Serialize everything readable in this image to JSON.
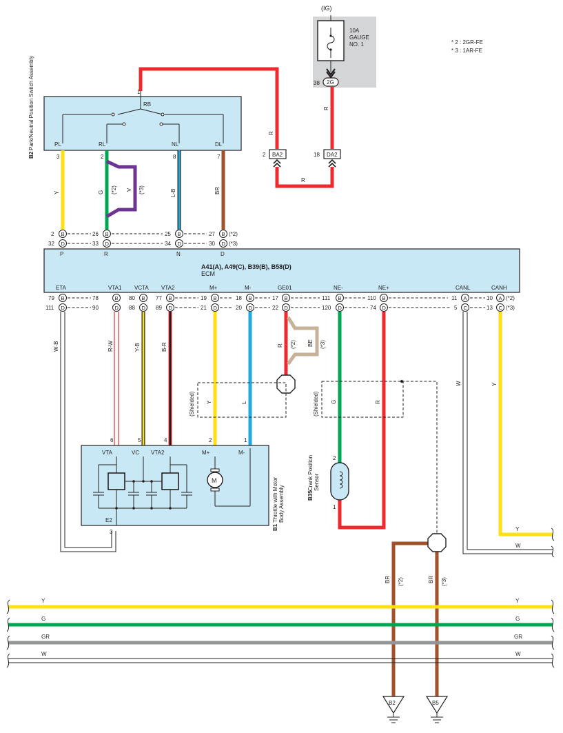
{
  "colors": {
    "component_fill": "#c9e8f6",
    "fuse_box_fill": "#d4d5d6",
    "R": "#ee2a2f",
    "Y": "#ffe014",
    "G": "#00a651",
    "GR": "#939598",
    "W": "#ffffff",
    "BR": "#a0522d",
    "V": "#6d3593",
    "L": "#22a8e1",
    "BE": "#c7b299",
    "B": "#231f20"
  },
  "notes": [
    "* 2 : 2GR-FE",
    "* 3 : 1AR-FE"
  ],
  "fuse": {
    "supply": "(IG)",
    "label_1": "10A",
    "label_2": "GAUGE",
    "label_3": "NO. 1",
    "pin": "38",
    "connector": "2G"
  },
  "junctions": {
    "ba2_pin": "2",
    "ba2": "BA2",
    "da2_pin": "18",
    "da2": "DA2",
    "wire_r1": "R",
    "wire_r2": "R",
    "wire_r3": "R"
  },
  "b2": {
    "id": "B2",
    "name": "Park/Neutral Position Switch Assembly",
    "rb_pin": "1",
    "rb": "RB",
    "terminals": [
      "PL",
      "RL",
      "NL",
      "DL"
    ],
    "pins": [
      "3",
      "2",
      "8",
      "7"
    ],
    "wire_pl": "Y",
    "wire_rl_g": "G",
    "wire_rl_v": "V",
    "var_2": "(*2)",
    "var_3": "(*3)",
    "wire_nl": "L-B",
    "wire_dl": "BR"
  },
  "ecm_upper": {
    "row1": [
      {
        "pin": "2",
        "conn": "B",
        "pin2": "26",
        "conn2": "B"
      },
      {
        "pin": "25",
        "conn": "B",
        "pin2": "27",
        "conn2": "B",
        "tag": "(*2)"
      }
    ],
    "row2": [
      {
        "pin": "32",
        "conn": "D",
        "pin2": "33",
        "conn2": "D"
      },
      {
        "pin": "34",
        "conn": "D",
        "pin2": "30",
        "conn2": "D",
        "tag": "(*3)"
      }
    ],
    "labels": [
      "P",
      "R",
      "N",
      "D"
    ]
  },
  "ecm": {
    "connectors": "A41(A), A49(C), B39(B), B58(D)",
    "name": "ECM",
    "terminals": [
      "ETA",
      "VTA1",
      "VCTA",
      "VTA2",
      "M+",
      "M-",
      "GE01",
      "NE-",
      "NE+",
      "CANL",
      "CANH"
    ]
  },
  "ecm_lower": {
    "row1": [
      "79",
      "B",
      "78",
      "B",
      "80",
      "B",
      "77",
      "B",
      "19",
      "B",
      "18",
      "B",
      "17",
      "B",
      "111",
      "B",
      "110",
      "B",
      "11",
      "A",
      "10",
      "A",
      "(*2)"
    ],
    "row2": [
      "111",
      "D",
      "90",
      "D",
      "88",
      "D",
      "89",
      "D",
      "21",
      "D",
      "20",
      "D",
      "22",
      "D",
      "120",
      "D",
      "74",
      "D",
      "5",
      "C",
      "13",
      "C",
      "(*3)"
    ]
  },
  "wires_mid": {
    "eta": "W-B",
    "vta1": "R-W",
    "vcta": "Y-B",
    "vta2": "B-R",
    "m_plus": "Y",
    "m_minus": "L",
    "ge01_r": "R",
    "ge01_be": "BE",
    "var_2": "(*2)",
    "var_3": "(*3)",
    "shielded_1": "(Shielded)",
    "shielded_2": "(Shielded)",
    "ne_minus": "G",
    "ne_plus": "R",
    "canl": "W",
    "canh": "Y",
    "canh_end": "Y",
    "canl_end": "W"
  },
  "b1": {
    "id": "B1",
    "name_1": "Throttle with Motor",
    "name_2": "Body Assembly",
    "pins_top": [
      "6",
      "5",
      "4",
      "2",
      "1"
    ],
    "terms": [
      "VTA",
      "VC",
      "VTA2",
      "M+",
      "M-"
    ],
    "e2": "E2",
    "e2_pin": "3",
    "motor": "M"
  },
  "b35": {
    "id": "B35",
    "name_1": "Crank Position",
    "name_2": "Sensor",
    "pin_top": "2",
    "pin_bottom": "1"
  },
  "bus": [
    {
      "color": "Y",
      "label_left": "Y",
      "label_right": "Y"
    },
    {
      "color": "G",
      "label_left": "G",
      "label_right": "G"
    },
    {
      "color": "GR",
      "label_left": "GR",
      "label_right": "GR"
    },
    {
      "color": "W",
      "label_left": "W",
      "label_right": "W"
    }
  ],
  "grounds": {
    "b2_label": "B2",
    "b5_label": "B5",
    "wire_1": "BR",
    "wire_2": "BR",
    "var_2": "(*2)",
    "var_3": "(*3)"
  }
}
